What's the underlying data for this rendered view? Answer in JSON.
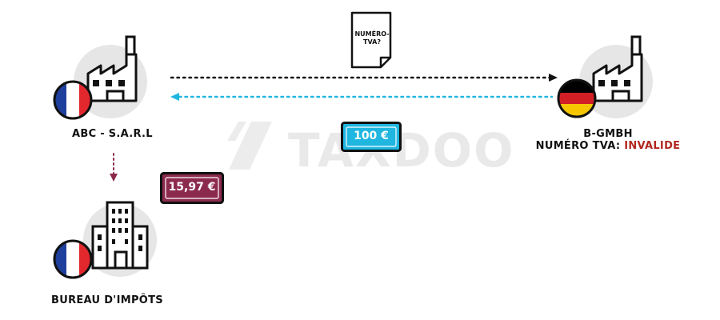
{
  "watermark": {
    "text": "TAXDOO"
  },
  "entities": {
    "seller": {
      "name": "ABC - S.A.R.L"
    },
    "buyer": {
      "name": "B-GMBH",
      "vat_label": "NUMÉRO TVA:",
      "vat_status": "INVALIDE"
    },
    "tax_office": {
      "name": "BUREAU D'IMPÔTS"
    }
  },
  "document": {
    "line1": "NUMÉRO-",
    "line2": "TVA?"
  },
  "payments": {
    "buyer_to_seller": {
      "amount": "100 €",
      "color": "#1fb6e0"
    },
    "seller_to_tax": {
      "amount": "15,97 €",
      "color": "#8c2a4d"
    }
  },
  "colors": {
    "flag_fr": [
      "#1f3f9c",
      "#ffffff",
      "#e2282d"
    ],
    "flag_de": [
      "#000000",
      "#d21f26",
      "#f6c700"
    ],
    "arrow_doc": "#111111",
    "arrow_payment": "#1fb6e0",
    "arrow_tax": "#8c2a4d"
  }
}
